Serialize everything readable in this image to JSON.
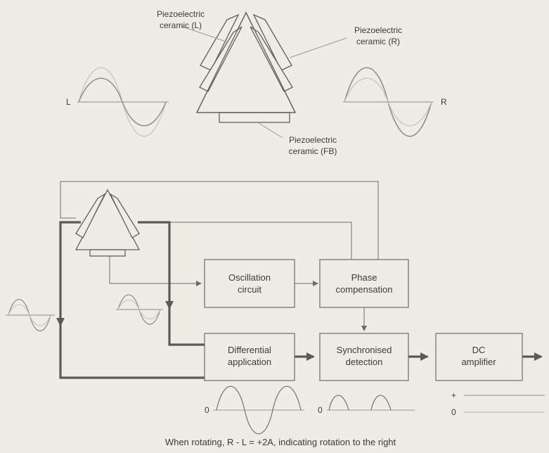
{
  "top": {
    "ceramic_l_line1": "Piezoelectric",
    "ceramic_l_line2": "ceramic (L)",
    "ceramic_r_line1": "Piezoelectric",
    "ceramic_r_line2": "ceramic (R)",
    "ceramic_fb_line1": "Piezoelectric",
    "ceramic_fb_line2": "ceramic (FB)",
    "left_wave_label": "L",
    "right_wave_label": "R"
  },
  "blocks": {
    "oscillation": [
      "Oscillation",
      "circuit"
    ],
    "phase": [
      "Phase",
      "compensation"
    ],
    "differential": [
      "Differential",
      "application"
    ],
    "sync": [
      "Synchronised",
      "detection"
    ],
    "dc": [
      "DC",
      "amplifier"
    ]
  },
  "bottom": {
    "zero_diff": "0",
    "zero_sync": "0",
    "zero_dc": "0",
    "plus_dc": "+"
  },
  "caption": "When rotating, R - L = +2A, indicating rotation to the right",
  "colors": {
    "background": "#efece6",
    "line": "#6a6a6a",
    "thick_line": "#5a5a5a",
    "wave_light": "#a9a9a9"
  }
}
